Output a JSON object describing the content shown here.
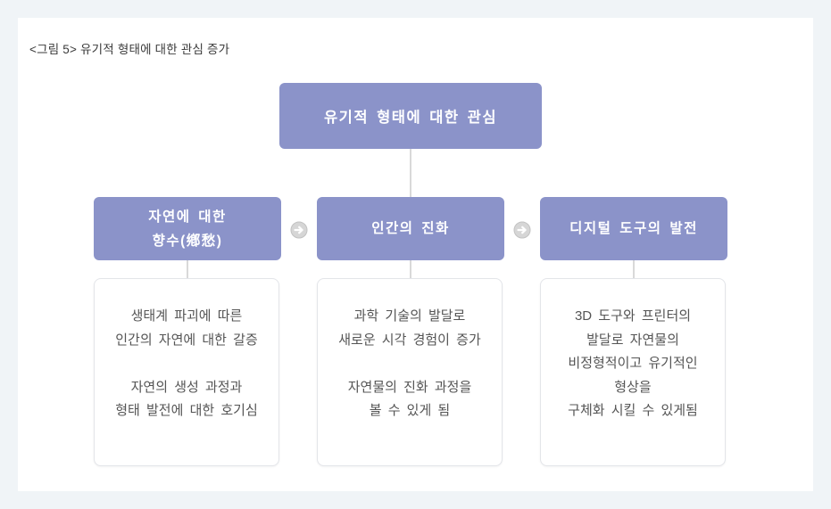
{
  "caption": "<그림 5> 유기적 형태에 대한 관심 증가",
  "colors": {
    "background": "#f0f4f7",
    "card": "#ffffff",
    "box_purple": "#8b93c9",
    "box_text": "#ffffff",
    "connector": "#d9d9d9",
    "desc_border": "#e3e5e9",
    "desc_text": "#555555",
    "caption_text": "#3a3a3a",
    "arrow_fill": "#d6d6d6",
    "arrow_ring": "#c2c2c2"
  },
  "diagram": {
    "root": {
      "title": "유기적 형태에 대한 관심"
    },
    "columns": [
      {
        "title": [
          "자연에 대한",
          "향수(鄕愁)"
        ],
        "description": [
          "생태계 파괴에 따른",
          "인간의 자연에 대한 갈증",
          "",
          "자연의 생성 과정과",
          "형태 발전에 대한 호기심"
        ]
      },
      {
        "title": "인간의 진화",
        "description": [
          "과학 기술의 발달로",
          "새로운 시각 경험이 증가",
          "",
          "자연물의 진화 과정을",
          "볼 수 있게 됨"
        ]
      },
      {
        "title": "디지털 도구의 발전",
        "description": [
          "3D 도구와 프린터의",
          "발달로 자연물의",
          "비정형적이고 유기적인",
          "형상을",
          "구체화 시킬 수 있게됨"
        ]
      }
    ]
  }
}
